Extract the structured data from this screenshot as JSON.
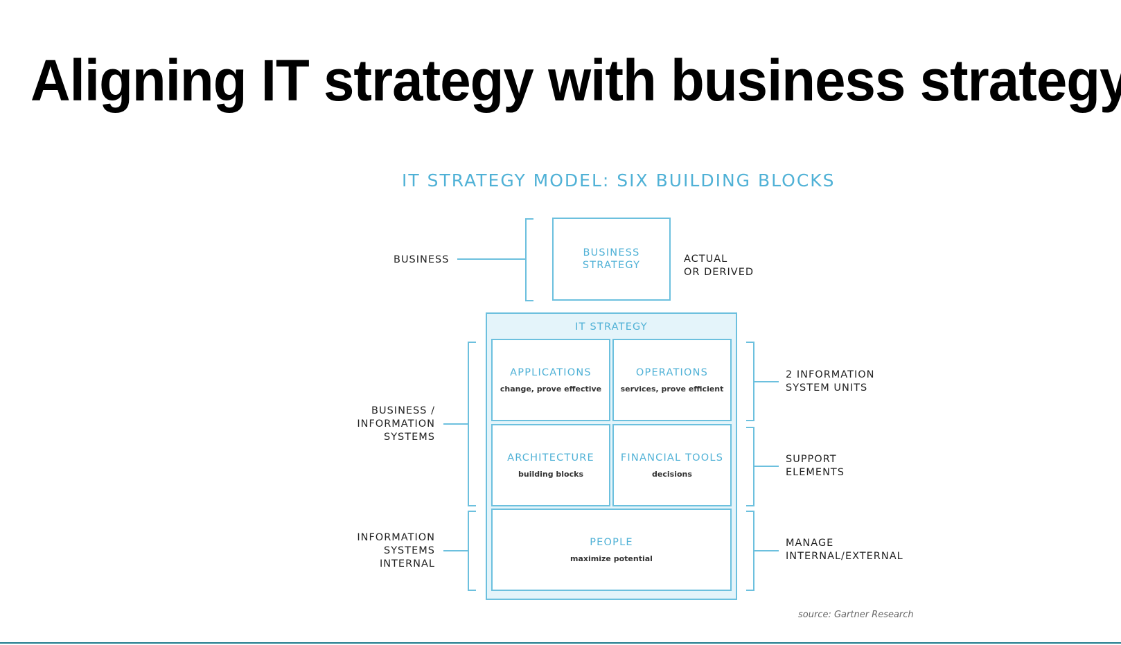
{
  "slide": {
    "title": "Aligning IT strategy with business strategy",
    "source": "source: Gartner Research"
  },
  "diagram": {
    "heading": "IT STRATEGY MODEL: SIX BUILDING BLOCKS",
    "business_strategy_box": "BUSINESS\nSTRATEGY",
    "it_strategy_label": "IT STRATEGY",
    "blocks": {
      "applications": {
        "title": "APPLICATIONS",
        "subtitle": "change, prove effective"
      },
      "operations": {
        "title": "OPERATIONS",
        "subtitle": "services, prove efficient"
      },
      "architecture": {
        "title": "ARCHITECTURE",
        "subtitle": "building blocks"
      },
      "financial_tools": {
        "title": "FINANCIAL TOOLS",
        "subtitle": "decisions"
      },
      "people": {
        "title": "PEOPLE",
        "subtitle": "maximize potential"
      }
    },
    "left_labels": {
      "business": "BUSINESS",
      "business_information_systems": "BUSINESS /\nINFORMATION\nSYSTEMS",
      "information_systems_internal": "INFORMATION\nSYSTEMS\nINTERNAL"
    },
    "right_labels": {
      "actual_or_derived": "ACTUAL\nOR DERIVED",
      "information_system_units": "2 INFORMATION\nSYSTEM UNITS",
      "support_elements": "SUPPORT\nELEMENTS",
      "manage_internal_external": "MANAGE\nINTERNAL/EXTERNAL"
    }
  },
  "colors": {
    "accent": "#4fb1d6",
    "border": "#6cc0de",
    "panel_fill": "#e4f4fa",
    "bottom_rule": "#1e7a8c"
  }
}
